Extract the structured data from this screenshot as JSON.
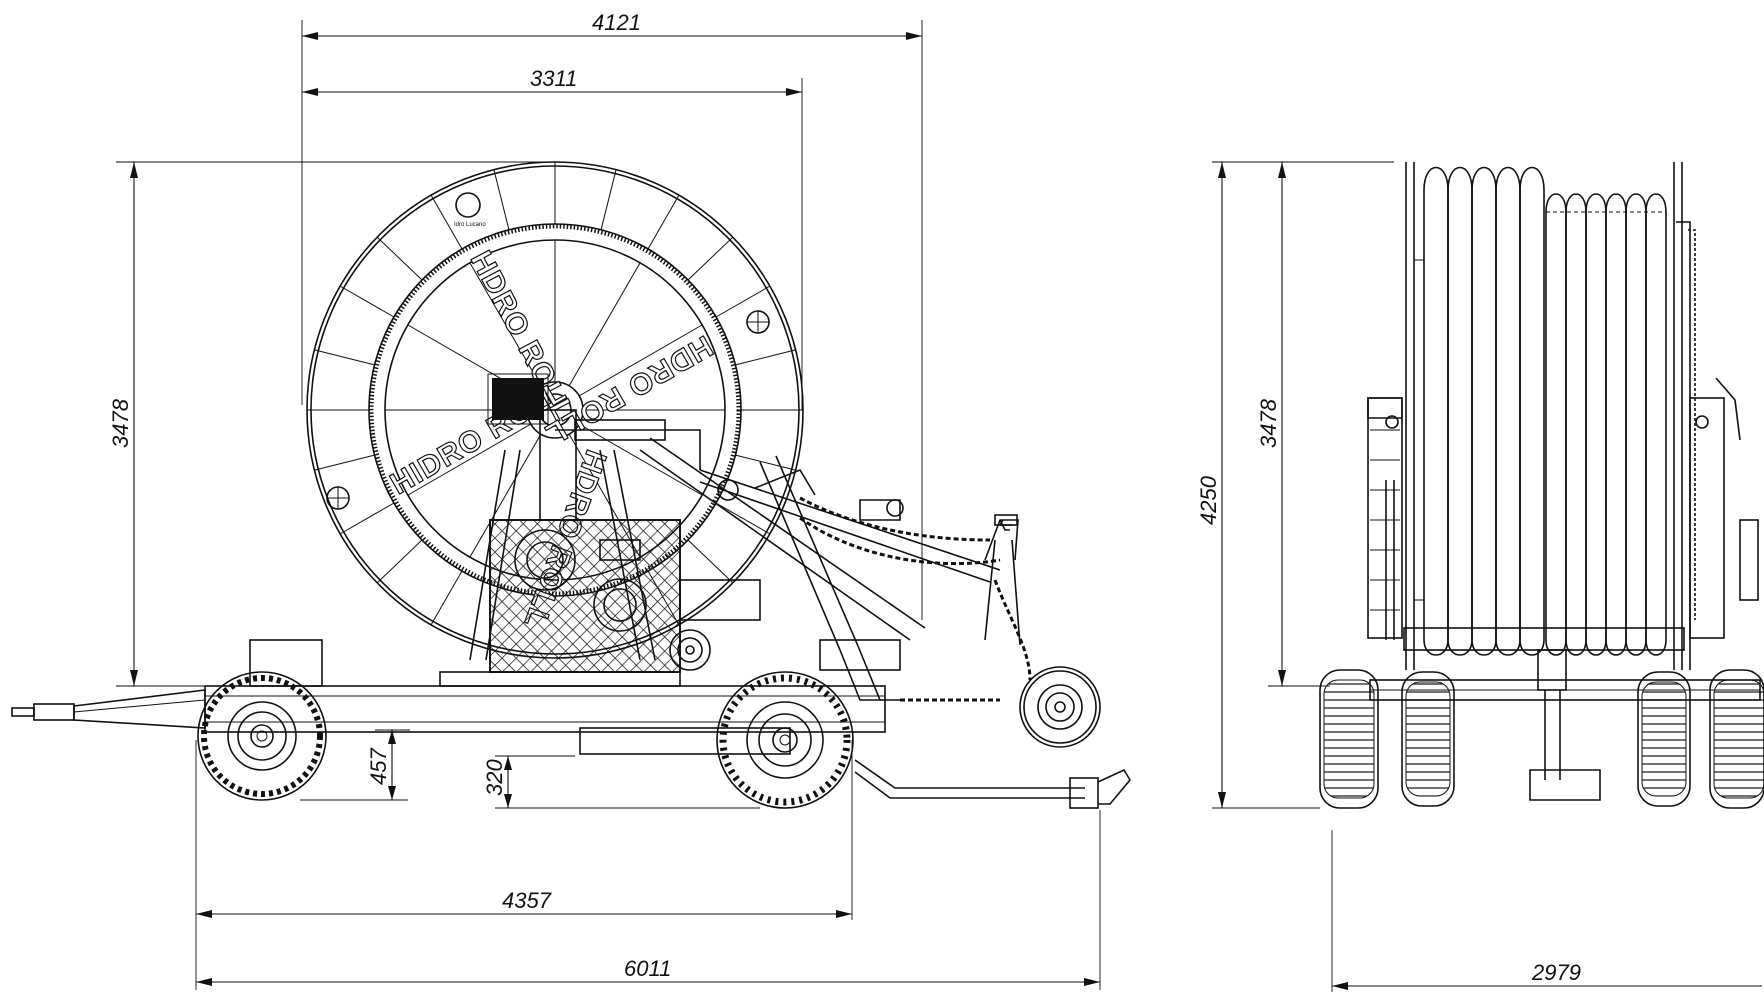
{
  "dimensions": {
    "side_total_width": "4121",
    "side_reel_width": "3311",
    "side_reel_height": "3478",
    "front_height_total": "4250",
    "front_reel_height": "3478",
    "ground_clearance_front": "457",
    "ground_clearance_rear": "320",
    "wheelbase": "4357",
    "overall_length": "6011",
    "overall_width": "2979"
  },
  "reel_branding": {
    "text_1": "HDRO ROLL",
    "text_2": "HDRO ROLL",
    "text_3": "HIDRO ROLL",
    "text_4": "HDRO ROLL",
    "logo_label": "Idro Lucano"
  },
  "colors": {
    "ink": "#111111",
    "paper": "#ffffff"
  }
}
